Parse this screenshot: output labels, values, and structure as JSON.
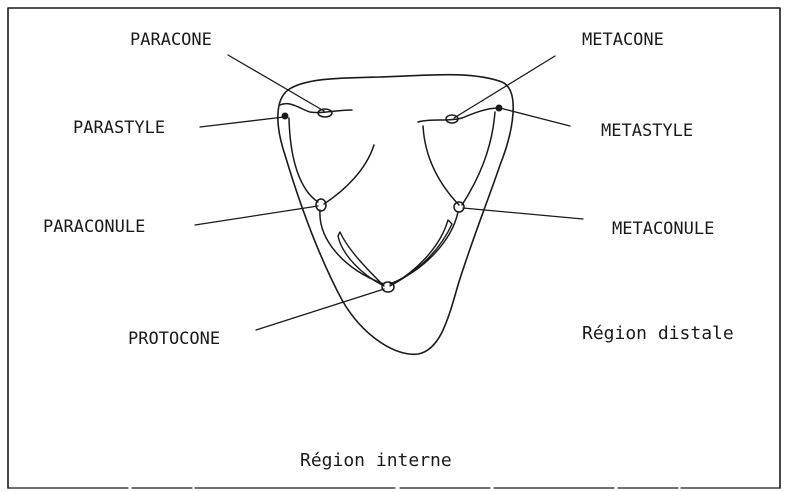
{
  "labels": {
    "paracone": "PARACONE",
    "metacone": "METACONE",
    "parastyle": "PARASTYLE",
    "metastyle": "METASTYLE",
    "paraconule": "PARACONULE",
    "metaconule": "METACONULE",
    "protocone": "PROTOCONE"
  },
  "regions": {
    "distale": "Région distale",
    "interne": "Région interne"
  }
}
